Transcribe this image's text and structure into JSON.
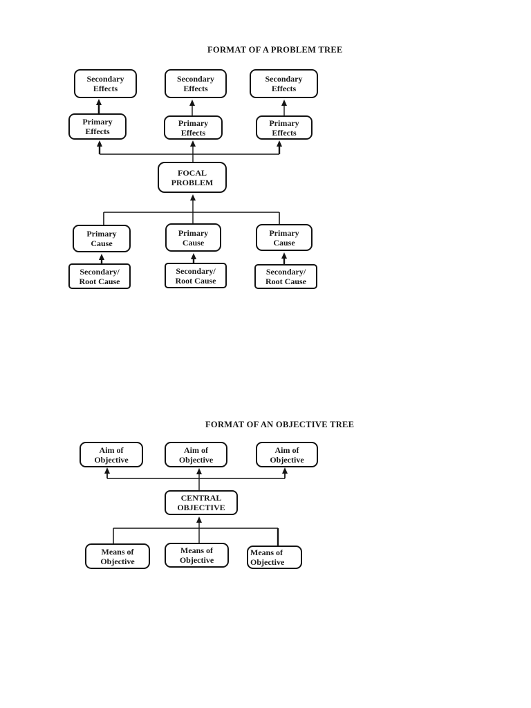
{
  "problem_tree": {
    "title": "FORMAT OF A PROBLEM TREE",
    "secondary_effects": [
      "Secondary\nEffects",
      "Secondary\nEffects",
      "Secondary\nEffects"
    ],
    "primary_effects": [
      "Primary\nEffects",
      "Primary\nEffects",
      "Primary\nEffects"
    ],
    "focal_problem": "FOCAL\nPROBLEM",
    "primary_causes": [
      "Primary\nCause",
      "Primary\nCause",
      "Primary\nCause"
    ],
    "secondary_root_causes": [
      "Secondary/\nRoot Cause",
      "Secondary/\nRoot Cause",
      "Secondary/\nRoot Cause"
    ]
  },
  "objective_tree": {
    "title": "FORMAT OF AN OBJECTIVE TREE",
    "aims": [
      "Aim of\nObjective",
      "Aim of\nObjective",
      "Aim of\nObjective"
    ],
    "central_objective": "CENTRAL\nOBJECTIVE",
    "means": [
      "Means of\nObjective",
      "Means of\nObjective",
      "Means of\nObjective"
    ]
  },
  "colors": {
    "ink": "#111111",
    "background": "#ffffff"
  }
}
